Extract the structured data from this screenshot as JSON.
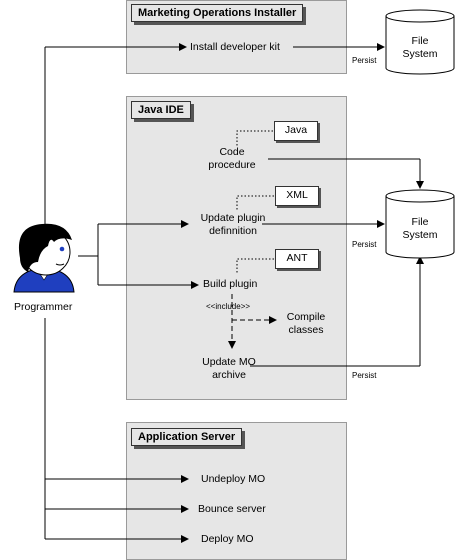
{
  "lanes": {
    "installer": "Marketing Operations Installer",
    "ide": "Java IDE",
    "server": "Application Server"
  },
  "actor": {
    "label": "Programmer"
  },
  "activities": {
    "install": "Install developer kit",
    "code": [
      "Code",
      "procedure"
    ],
    "update_plugin": [
      "Update plugin",
      "definnition"
    ],
    "build_plugin": "Build plugin",
    "compile": [
      "Compile",
      "classes"
    ],
    "update_mo": [
      "Update MO",
      "archive"
    ],
    "undeploy": "Undeploy MO",
    "bounce": "Bounce server",
    "deploy": "Deploy MO"
  },
  "notes": {
    "java": "Java",
    "xml": "XML",
    "ant": "ANT"
  },
  "stereotype": "<<include>>",
  "stores": {
    "top": [
      "File",
      "System"
    ],
    "mid": [
      "File",
      "System"
    ]
  },
  "persist_label": "Persist"
}
